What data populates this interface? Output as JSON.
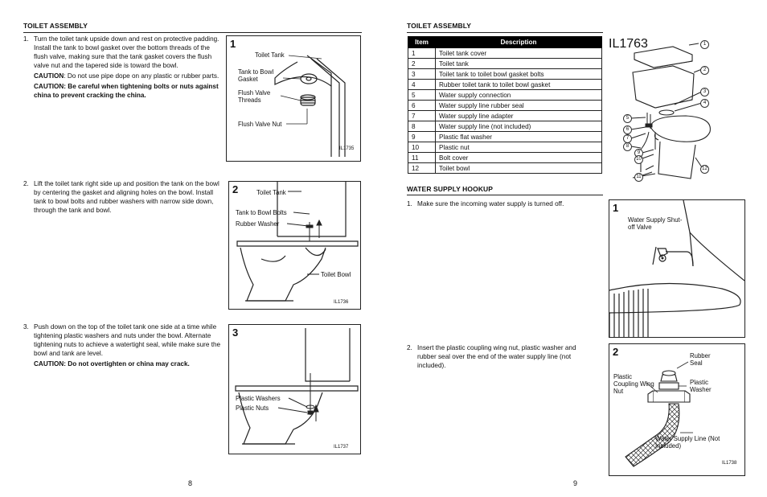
{
  "left_page": {
    "section_title": "TOILET ASSEMBLY",
    "page_number": "8",
    "steps": [
      {
        "number": "1.",
        "text": "Turn the toilet tank upside down and rest on protective padding. Install the tank to bowl gasket over the bottom threads of the flush valve, making sure that the tank gasket covers the flush valve nut and the tapered side is toward the bowl.",
        "caution1_label": "CAUTION",
        "caution1_text": ": Do not use pipe dope on any plastic or rubber parts.",
        "caution2": "CAUTION: Be careful when tightening bolts or nuts against china to prevent cracking the china."
      },
      {
        "number": "2.",
        "text": "Lift the toilet tank right side up and position the tank on the bowl by centering the gasket and aligning holes on the bowl. Install tank to bowl bolts and rubber washers with narrow side down, through the tank and bowl."
      },
      {
        "number": "3.",
        "text": "Push down on the top of the toilet tank one side at a time while tightening plastic washers and nuts under the bowl. Alternate tightening nuts to achieve a watertight seal, while make sure the bowl and tank are level.",
        "caution": "CAUTION: Do not overtighten or china may crack."
      }
    ],
    "figures": [
      {
        "number": "1",
        "id": "IL1735",
        "labels": [
          "Toilet Tank",
          "Tank to Bowl Gasket",
          "Flush Valve Threads",
          "Flush Valve Nut"
        ]
      },
      {
        "number": "2",
        "id": "IL1736",
        "labels": [
          "Toilet Tank",
          "Tank to Bowl Bolts",
          "Rubber Washer",
          "Toilet Bowl"
        ]
      },
      {
        "number": "3",
        "id": "IL1737",
        "labels": [
          "Plastic Washers",
          "Plastic Nuts"
        ]
      }
    ]
  },
  "right_page": {
    "section_title": "TOILET ASSEMBLY",
    "page_number": "9",
    "table": {
      "headers": [
        "Item",
        "Description"
      ],
      "rows": [
        [
          "1",
          "Toilet tank cover"
        ],
        [
          "2",
          "Toilet tank"
        ],
        [
          "3",
          "Toilet tank to toilet bowl gasket bolts"
        ],
        [
          "4",
          "Rubber toilet tank to toilet bowl gasket"
        ],
        [
          "5",
          "Water supply connection"
        ],
        [
          "6",
          "Water supply line rubber seal"
        ],
        [
          "7",
          "Water supply line adapter"
        ],
        [
          "8",
          "Water supply line (not included)"
        ],
        [
          "9",
          "Plastic flat washer"
        ],
        [
          "10",
          "Plastic nut"
        ],
        [
          "11",
          "Bolt cover"
        ],
        [
          "12",
          "Toilet bowl"
        ]
      ]
    },
    "exploded_view": {
      "id": "IL1763",
      "callouts": [
        "1",
        "2",
        "3",
        "4",
        "5",
        "6",
        "7",
        "8",
        "9",
        "10",
        "11",
        "12"
      ]
    },
    "water_section_title": "WATER SUPPLY HOOKUP",
    "steps": [
      {
        "number": "1.",
        "text": "Make sure the incoming water supply is turned off."
      },
      {
        "number": "2.",
        "text": "Insert the plastic coupling wing nut, plastic washer and rubber seal over the end of the water supply line (not included)."
      }
    ],
    "figures": [
      {
        "number": "1",
        "labels": [
          "Water Supply Shut-off Valve"
        ]
      },
      {
        "number": "2",
        "id": "IL1738",
        "labels": [
          "Rubber Seal",
          "Plastic Coupling Wlng Nut",
          "Plastic Washer",
          "Water Supply Line (Not Included)"
        ]
      }
    ]
  }
}
